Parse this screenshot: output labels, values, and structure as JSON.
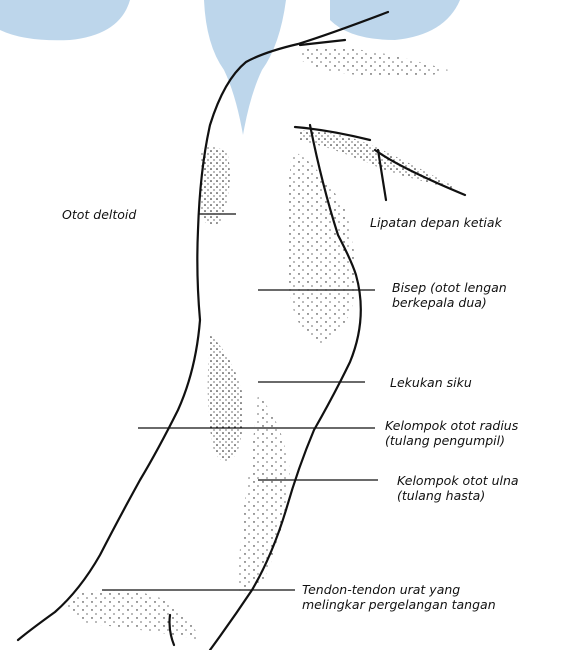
{
  "labels": {
    "deltoid": "Otot deltoid",
    "fold": "Lipatan depan ketiak",
    "biceps": "Bisep (otot lengan\nberkepala dua)",
    "elbow": "Lekukan siku",
    "radial": "Kelompok otot radius\n(tulang pengumpil)",
    "ulnar": "Kelompok otot ulna\n(tulang hasta)",
    "tendons": "Tendon-tendon urat yang\nmelingkar pergelangan tangan"
  },
  "colors": {
    "ink": "#111111",
    "watermark": "#b9d4ea"
  }
}
